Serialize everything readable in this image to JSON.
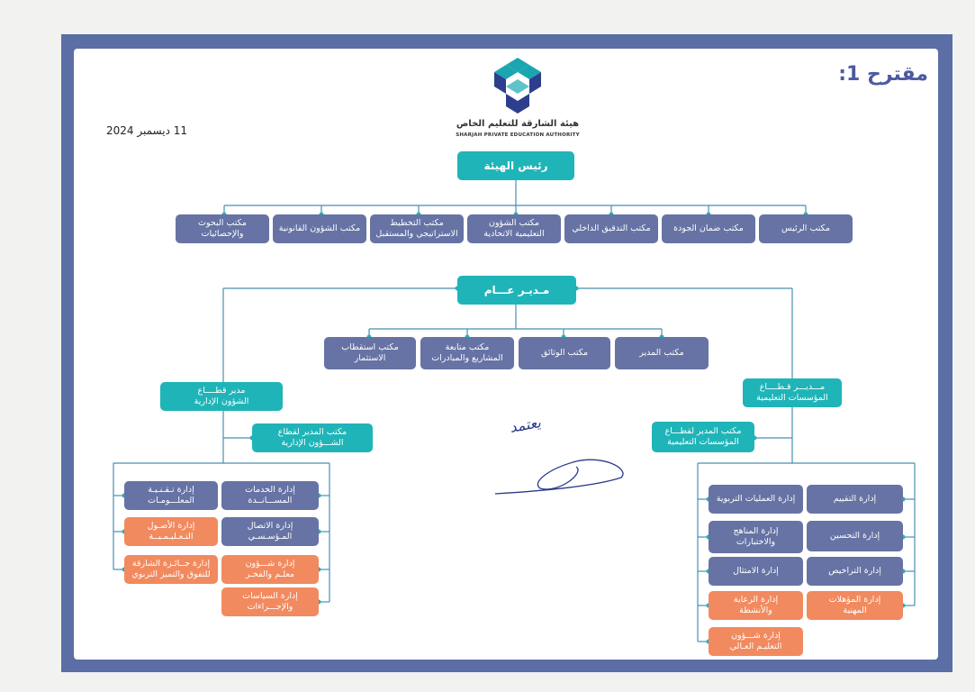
{
  "title": "مقترح 1:",
  "date": "11 ديسمبر 2024",
  "logo": {
    "arabic": "هيئة الشارقة للتعليم الخاص",
    "english": "SHARJAH PRIVATE EDUCATION AUTHORITY"
  },
  "chairman": "رئيس الهيئة",
  "top_offices": [
    "مكتب الرئيس",
    "مكتب ضمان الجودة",
    "مكتب التدقيق الداخلي",
    "مكتب الشؤون\nالتعليمية الاتحادية",
    "مكتب التخطيط\nالاستراتيجي والمستقبل",
    "مكتب الشؤون القانونية",
    "مكتب البحوث\nوالإحصائيات"
  ],
  "general_manager": "مـديـر عـــام",
  "gm_offices": [
    "مكتب المدير",
    "مكتب الوثائق",
    "مكتب متابعة\nالمشاريع والمبادرات",
    "مكتب استقطاب\nالاستثمار"
  ],
  "sector_edu": {
    "director": "مـــديـــر قـطــــاع\nالمؤسسات التعليمية",
    "office": "مكتب المدير لقطـــاع\nالمؤسسات التعليمية",
    "right_col": [
      "إدارة التقييم",
      "إدارة التحسين",
      "إدارة التراخيص",
      "إدارة المؤهلات\nالمهنية"
    ],
    "left_col": [
      "إدارة العمليات التربوية",
      "إدارة المناهج\nوالاختبارات",
      "إدارة الامتثال",
      "إدارة الرعاية\nوالأنشطة",
      "إدارة شـــؤون\nالتعليـم العـالي"
    ]
  },
  "sector_admin": {
    "director": "مدير قطــــاع\nالشؤون الإدارية",
    "office": "مكتب المدير لقطاع\nالشـــؤون الإدارية",
    "right_col": [
      "إدارة الخدمات\nالمســـانــدة",
      "إدارة الاتصال\nالمـؤسـسـي",
      "إدارة شـــؤون\nمعلـم والفخـر",
      "إدارة السياسات\nوالإجـــراءات"
    ],
    "left_col": [
      "إدارة تـقـنـيـة\nالمعلـــومـات",
      "إدارة الأصـول\nالتـعـليـمـيــة",
      "إدارة جــائـزة الشارقة\nللتفوق والتميز التربوي"
    ]
  },
  "handwriting": "يعتمد",
  "colors": {
    "frame": "#5b6ea6",
    "slate": "#6673a4",
    "teal": "#1fb4b8",
    "orange": "#f28a5f",
    "line": "#4a8fb0"
  }
}
